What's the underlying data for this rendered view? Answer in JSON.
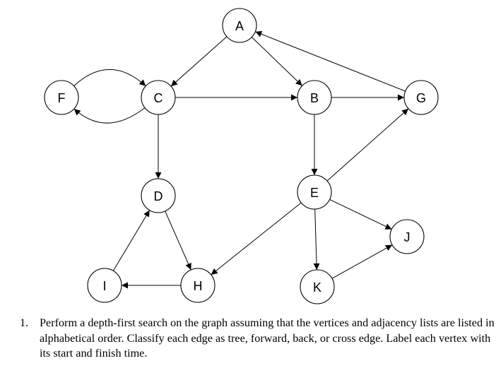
{
  "graph": {
    "nodes": [
      {
        "id": "A",
        "label": "A"
      },
      {
        "id": "B",
        "label": "B"
      },
      {
        "id": "C",
        "label": "C"
      },
      {
        "id": "D",
        "label": "D"
      },
      {
        "id": "E",
        "label": "E"
      },
      {
        "id": "F",
        "label": "F"
      },
      {
        "id": "G",
        "label": "G"
      },
      {
        "id": "H",
        "label": "H"
      },
      {
        "id": "I",
        "label": "I"
      },
      {
        "id": "J",
        "label": "J"
      },
      {
        "id": "K",
        "label": "K"
      }
    ],
    "edges": [
      {
        "from": "A",
        "to": "B"
      },
      {
        "from": "A",
        "to": "C"
      },
      {
        "from": "B",
        "to": "E"
      },
      {
        "from": "B",
        "to": "G"
      },
      {
        "from": "C",
        "to": "B"
      },
      {
        "from": "C",
        "to": "D"
      },
      {
        "from": "C",
        "to": "F"
      },
      {
        "from": "D",
        "to": "H"
      },
      {
        "from": "E",
        "to": "G"
      },
      {
        "from": "E",
        "to": "H"
      },
      {
        "from": "E",
        "to": "J"
      },
      {
        "from": "E",
        "to": "K"
      },
      {
        "from": "F",
        "to": "C"
      },
      {
        "from": "G",
        "to": "A"
      },
      {
        "from": "H",
        "to": "I"
      },
      {
        "from": "I",
        "to": "D"
      },
      {
        "from": "K",
        "to": "J"
      }
    ]
  },
  "question": {
    "number": "1.",
    "text": "Perform a depth-first search on the graph assuming that the vertices and adjacency lists are listed in alphabetical order. Classify each edge as tree, forward, back, or cross edge. Label each vertex with its start and finish time."
  }
}
